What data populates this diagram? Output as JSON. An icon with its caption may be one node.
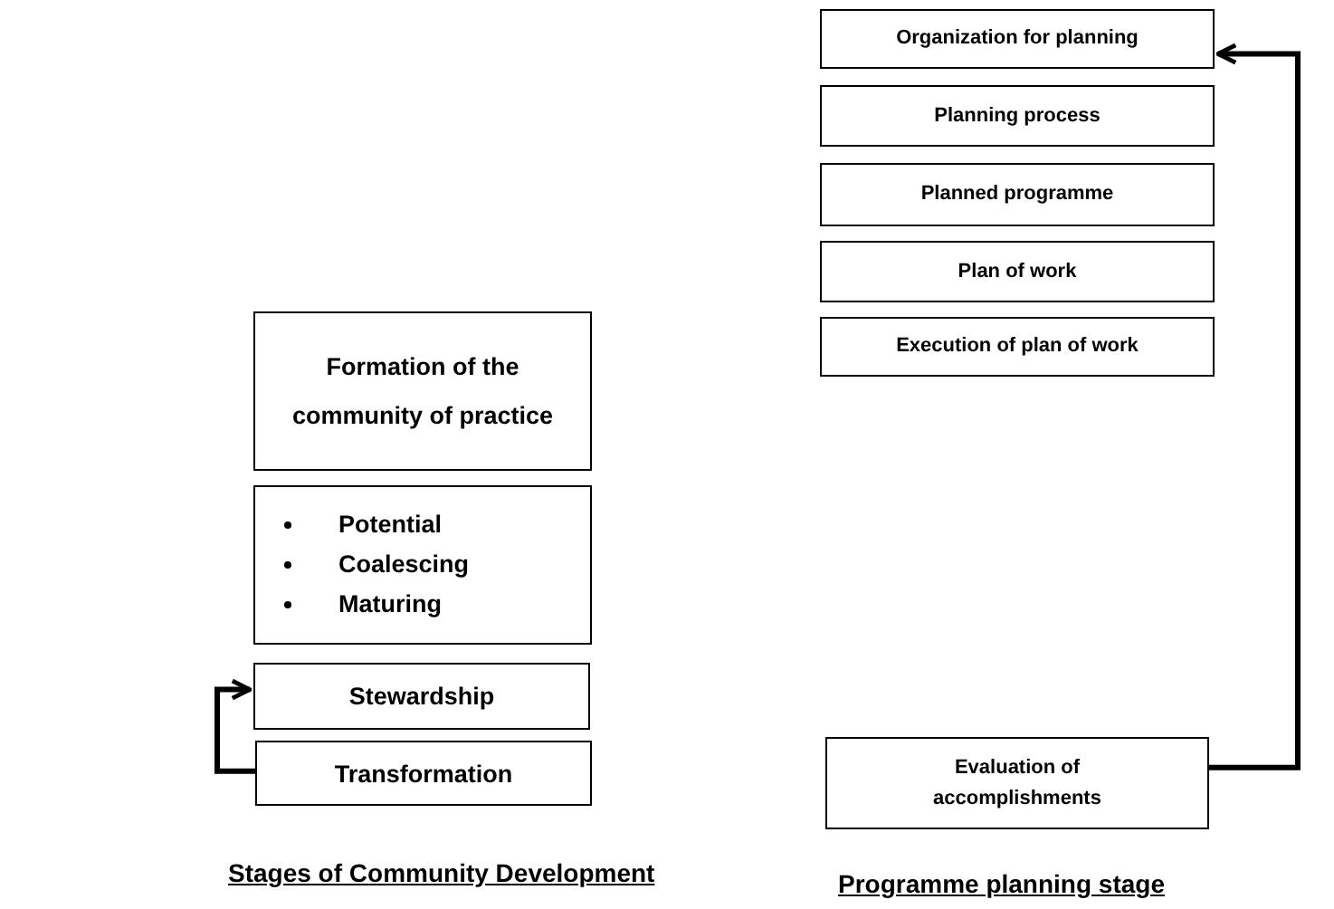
{
  "diagram": {
    "nodes": [
      {
        "text": [
          "Formation of the community of practice"
        ]
      },
      {
        "text": [
          "Potential",
          "Coalescing",
          "Maturing"
        ]
      },
      {
        "text": [
          "Stewardship"
        ]
      },
      {
        "text": [
          "Transformation"
        ]
      },
      {
        "text": [
          "Organization for planning"
        ]
      },
      {
        "text": [
          "Planning process"
        ]
      },
      {
        "text": [
          "Planned programme"
        ]
      },
      {
        "text": [
          "Plan of work"
        ]
      },
      {
        "text": [
          "Execution of plan of work"
        ]
      },
      {
        "text": [
          "Evaluation of accomplishments"
        ]
      }
    ],
    "edges": [
      {
        "from": 3,
        "to": 2,
        "arrow": "to"
      },
      {
        "from": 9,
        "to": 4,
        "arrow": "to"
      }
    ],
    "labels": [
      "Stages of Community Development",
      "Programme planning stage"
    ]
  }
}
